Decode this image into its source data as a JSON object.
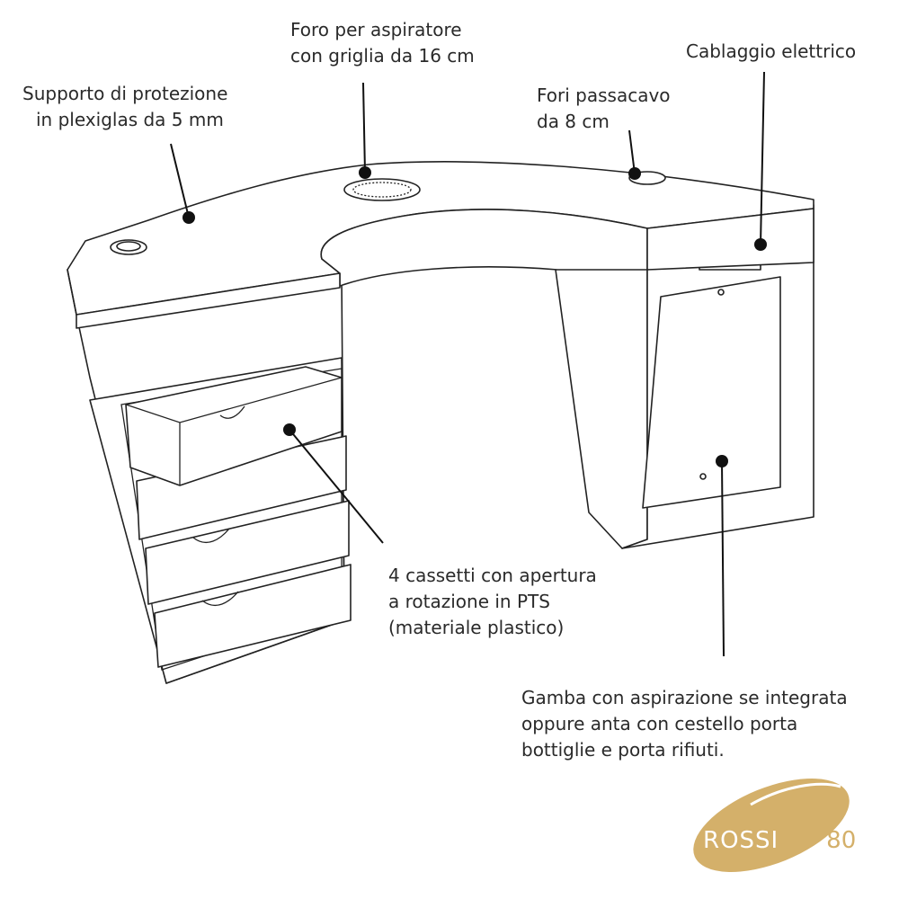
{
  "annotations": {
    "plexiglas": {
      "line1": "Supporto di protezione",
      "line2": "in plexiglas da 5 mm"
    },
    "aspiratore": {
      "line1": "Foro per aspiratore",
      "line2": "con griglia da 16 cm"
    },
    "passacavo": {
      "line1": "Fori passacavo",
      "line2": "da 8 cm"
    },
    "cablaggio": {
      "line1": "Cablaggio elettrico"
    },
    "cassetti": {
      "line1": "4 cassetti con apertura",
      "line2": "a rotazione in PTS",
      "line3": "(materiale plastico)"
    },
    "gamba": {
      "line1": "Gamba con aspirazione se integrata",
      "line2": "oppure anta con cestello porta",
      "line3": "bottiglie e porta rifiuti."
    }
  },
  "logo": {
    "text": "ROSSI '80",
    "color": "#d4b06a"
  }
}
